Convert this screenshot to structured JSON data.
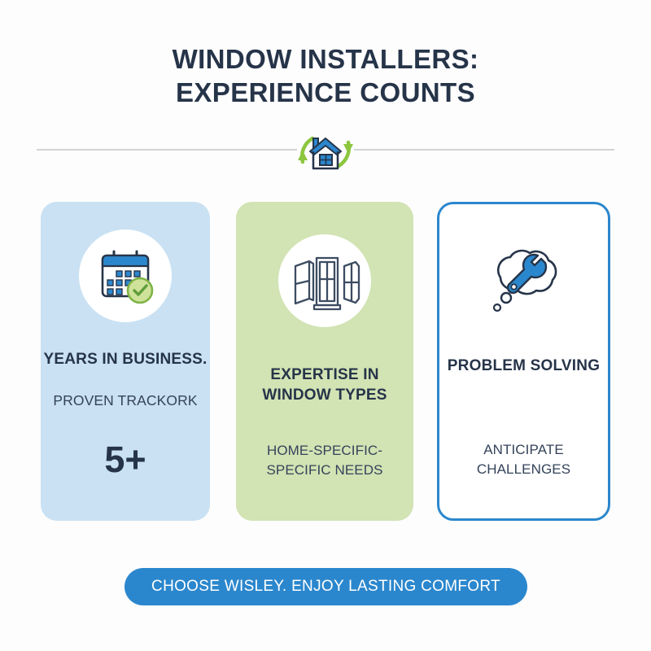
{
  "title": {
    "line1": "WINDOW INSTALLERS:",
    "line2": "EXPERIENCE COUNTS"
  },
  "divider": {
    "icon": "house-refresh-icon"
  },
  "cards": [
    {
      "icon": "calendar-check-icon",
      "heading": "YEARS IN BUSINESS.",
      "subtext": "PROVEN TRACKORK",
      "stat": "5+",
      "background_color": "#c9e1f3"
    },
    {
      "icon": "windows-icon",
      "heading": "EXPERTISE IN WINDOW TYPES",
      "subtext": "HOME-SPECIFIC- SPECIFIC NEEDS",
      "stat": "",
      "background_color": "#d2e3b4"
    },
    {
      "icon": "thought-bubble-wrench-icon",
      "heading": "PROBLEM SOLVING",
      "subtext": "ANTICIPATE CHALLENGES",
      "stat": "",
      "background_color": "#ffffff",
      "border_color": "#2b87cd"
    }
  ],
  "banner": {
    "text": "CHOOSE WISLEY. ENJOY LASTING COMFORT",
    "background_color": "#2b87cd"
  },
  "colors": {
    "title_navy": "#263449",
    "accent_blue": "#2b87cd",
    "accent_green": "#8cc63f",
    "page_background": "#fdfdfd"
  }
}
